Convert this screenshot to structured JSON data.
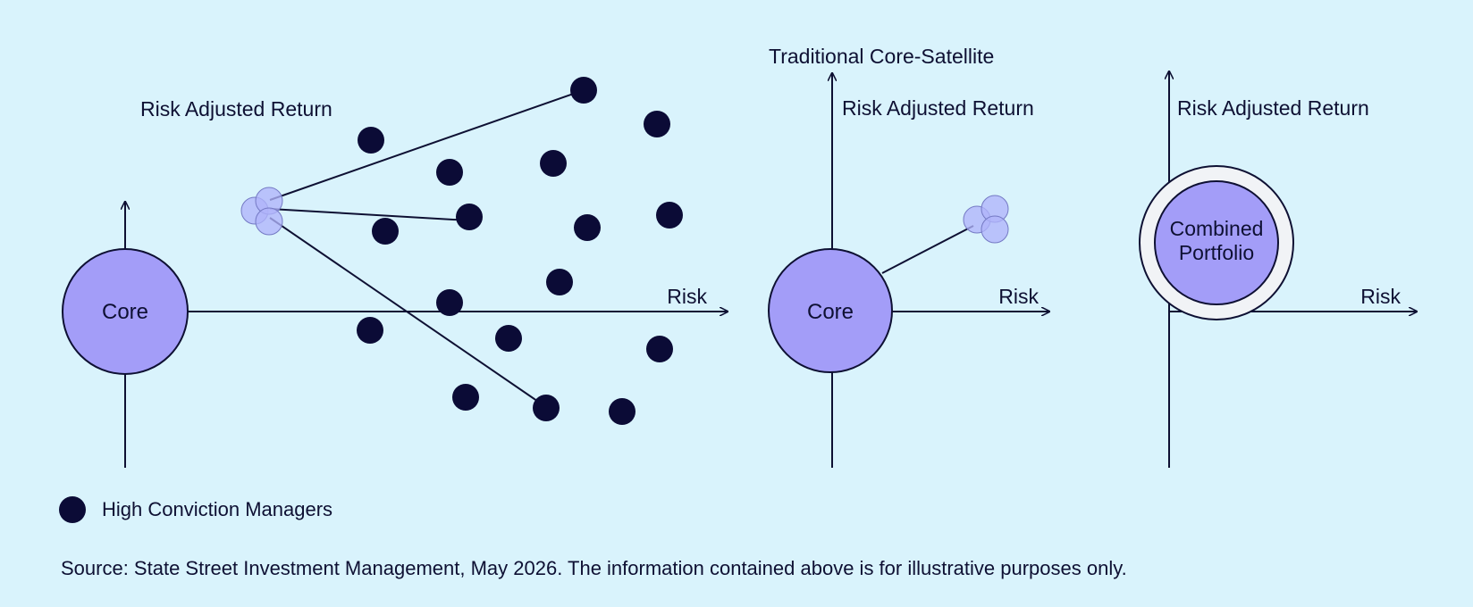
{
  "panel_left": {
    "y_axis_label": "Risk Adjusted Return",
    "x_axis_label": "Risk",
    "core_label": "Core"
  },
  "panel_middle": {
    "title": "Traditional Core-Satellite",
    "y_axis_label": "Risk Adjusted Return",
    "x_axis_label": "Risk",
    "core_label": "Core"
  },
  "panel_right": {
    "y_axis_label": "Risk Adjusted Return",
    "x_axis_label": "Risk",
    "combined_label_line1": "Combined",
    "combined_label_line2": "Portfolio"
  },
  "legend": {
    "label": "High Conviction Managers"
  },
  "source": "Source: State Street Investment Management, May 2026. The information contained above is for illustrative purposes only.",
  "colors": {
    "background": "#d9f3fc",
    "core_fill": "#a39df8",
    "manager_dot": "#0b0b36",
    "satellite_fill": "#b0b4fa",
    "combined_ring": "#f1f3f6",
    "ink": "#0e1033"
  }
}
